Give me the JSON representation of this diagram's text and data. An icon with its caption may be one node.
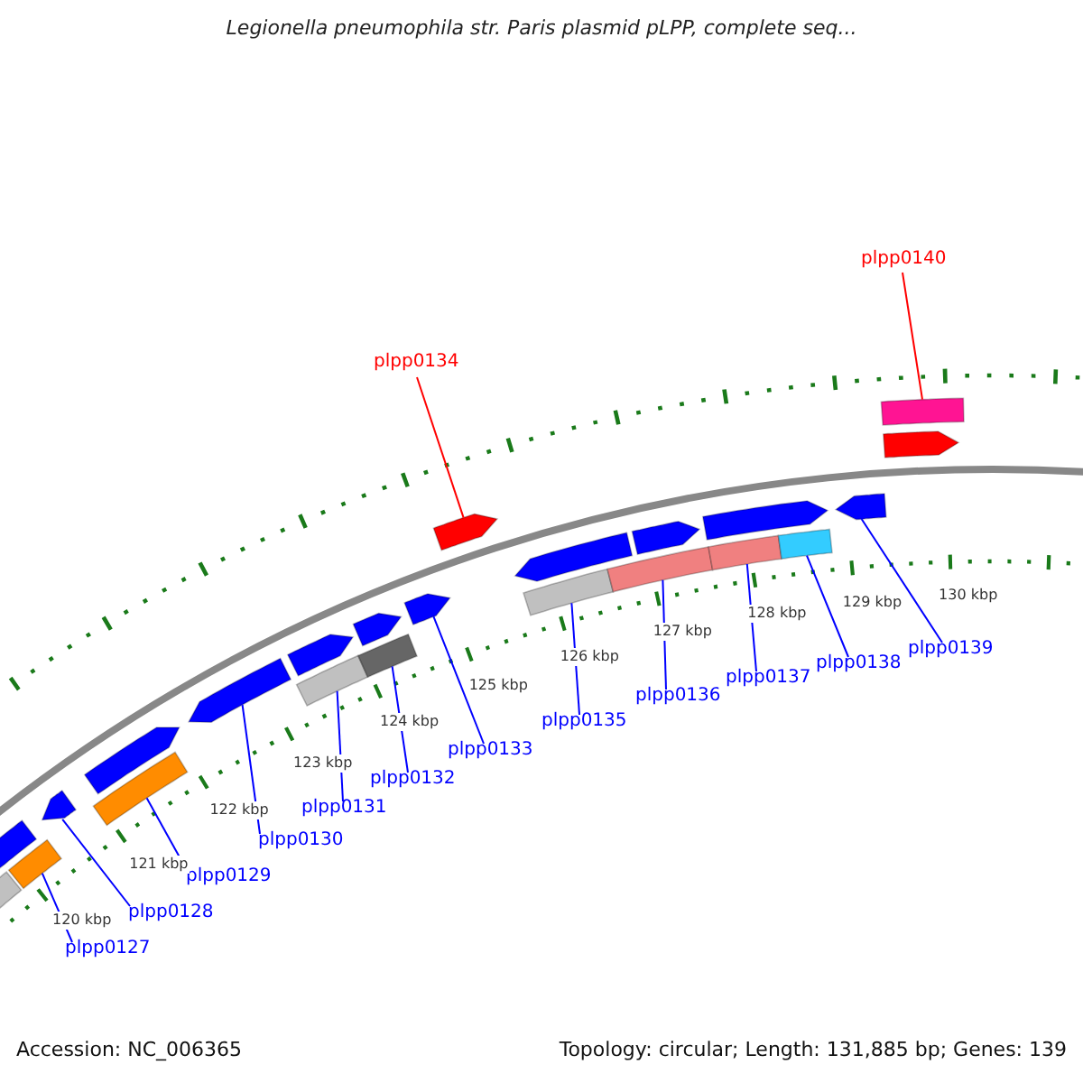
{
  "diagram": {
    "title": "Legionella pneumophila str. Paris plasmid pLPP, complete seq...",
    "nodes": [
      {
        "text": [
          "plpp0127"
        ]
      },
      {
        "text": [
          "plpp0128"
        ]
      },
      {
        "text": [
          "plpp0129"
        ]
      },
      {
        "text": [
          "plpp0130"
        ]
      },
      {
        "text": [
          "plpp0131"
        ]
      },
      {
        "text": [
          "plpp0132"
        ]
      },
      {
        "text": [
          "plpp0133"
        ]
      },
      {
        "text": [
          "plpp0134"
        ]
      },
      {
        "text": [
          "plpp0135"
        ]
      },
      {
        "text": [
          "plpp0136"
        ]
      },
      {
        "text": [
          "plpp0137"
        ]
      },
      {
        "text": [
          "plpp0138"
        ]
      },
      {
        "text": [
          "plpp0139"
        ]
      },
      {
        "text": [
          "plpp0140"
        ]
      },
      {
        "text": [],
        "shape": "bar"
      },
      {
        "text": [],
        "shape": "bar"
      },
      {
        "text": [],
        "shape": "bar"
      },
      {
        "text": [],
        "shape": "bar"
      },
      {
        "text": [],
        "shape": "bar"
      },
      {
        "text": [],
        "shape": "bar"
      },
      {
        "text": [],
        "shape": "bar"
      },
      {
        "text": [],
        "shape": "bar"
      },
      {
        "text": [],
        "shape": "bar"
      },
      {
        "text": [],
        "shape": "bar"
      },
      {
        "text": [],
        "shape": "bar"
      },
      {
        "text": [],
        "shape": "bar"
      },
      {
        "text": [],
        "shape": "bar"
      },
      {
        "text": [],
        "shape": "bar"
      }
    ],
    "edges": [
      {
        "from": 0,
        "to": 14,
        "arrow": "none"
      },
      {
        "from": 1,
        "to": 15,
        "arrow": "none"
      },
      {
        "from": 2,
        "to": 16,
        "arrow": "none"
      },
      {
        "from": 3,
        "to": 17,
        "arrow": "none"
      },
      {
        "from": 4,
        "to": 18,
        "arrow": "none"
      },
      {
        "from": 5,
        "to": 19,
        "arrow": "none"
      },
      {
        "from": 6,
        "to": 20,
        "arrow": "none"
      },
      {
        "from": 7,
        "to": 21,
        "arrow": "none",
        "color": "#ff0000"
      },
      {
        "from": 8,
        "to": 22,
        "arrow": "none"
      },
      {
        "from": 9,
        "to": 23,
        "arrow": "none"
      },
      {
        "from": 10,
        "to": 24,
        "arrow": "none"
      },
      {
        "from": 11,
        "to": 25,
        "arrow": "none"
      },
      {
        "from": 12,
        "to": 26,
        "arrow": "none"
      },
      {
        "from": 13,
        "to": 27,
        "arrow": "none",
        "color": "#ff0000"
      }
    ],
    "labels": [
      "120 kbp",
      "121 kbp",
      "122 kbp",
      "123 kbp",
      "124 kbp",
      "125 kbp",
      "126 kbp",
      "127 kbp",
      "128 kbp",
      "129 kbp",
      "130 kbp",
      "Accession: NC_006365",
      "Topology: circular; Length: 131,885 bp; Genes: 139"
    ]
  }
}
